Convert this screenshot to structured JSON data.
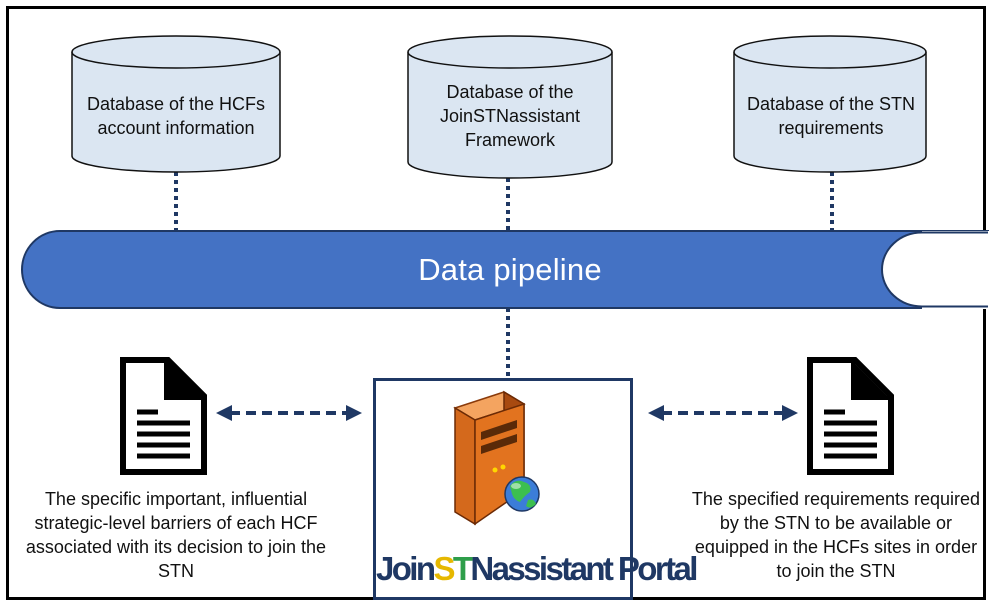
{
  "databases": [
    {
      "label": "Database of the HCFs account information"
    },
    {
      "label": "Database of the JoinSTNassistant Framework"
    },
    {
      "label": "Database of the STN requirements"
    }
  ],
  "pipeline": {
    "label": "Data pipeline"
  },
  "portal": {
    "title_a": "Join",
    "title_s": "S",
    "title_t": "T",
    "title_n": "N",
    "title_b": "assistant Portal"
  },
  "left_document": {
    "caption": "The specific important, influential strategic-level barriers of each HCF associated with its decision to join the STN"
  },
  "right_document": {
    "caption": "The specified requirements required by the STN to be available or equipped in the HCFs sites in order to join the STN"
  },
  "colors": {
    "cylinder_fill": "#dbe6f2",
    "pipeline_fill": "#4472c4",
    "dotted_line": "#1f3864",
    "portal_border": "#1f3864",
    "server": "#e2731f"
  }
}
